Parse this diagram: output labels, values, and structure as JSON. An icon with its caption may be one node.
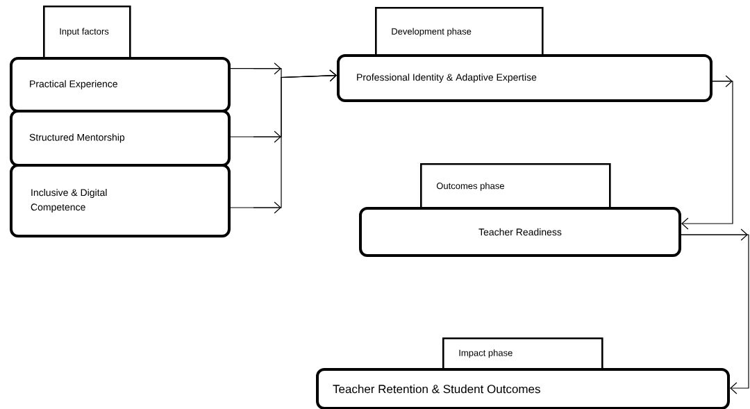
{
  "diagram": {
    "nodes": [
      {
        "text": [
          "Input factors"
        ]
      },
      {
        "text": [
          "Practical Experience"
        ]
      },
      {
        "text": [
          "Structured Mentorship"
        ]
      },
      {
        "text": [
          "Inclusive & Digital Competence"
        ]
      },
      {
        "text": [
          "Development phase"
        ]
      },
      {
        "text": [
          "Professional Identity & Adaptive Expertise"
        ]
      },
      {
        "text": [
          "Outcomes phase"
        ]
      },
      {
        "text": [
          "Teacher Readiness"
        ]
      },
      {
        "text": [
          "Impact phase"
        ]
      },
      {
        "text": [
          "Teacher Retention & Student Outcomes"
        ]
      }
    ],
    "edges": [
      {
        "from": 1,
        "to": 5,
        "arrow": "to"
      },
      {
        "from": 2,
        "to": 5,
        "arrow": "to"
      },
      {
        "from": 3,
        "to": 5,
        "arrow": "to"
      },
      {
        "from": 5,
        "to": 7,
        "arrow": "to"
      },
      {
        "from": 7,
        "to": 9,
        "arrow": "to"
      }
    ]
  }
}
